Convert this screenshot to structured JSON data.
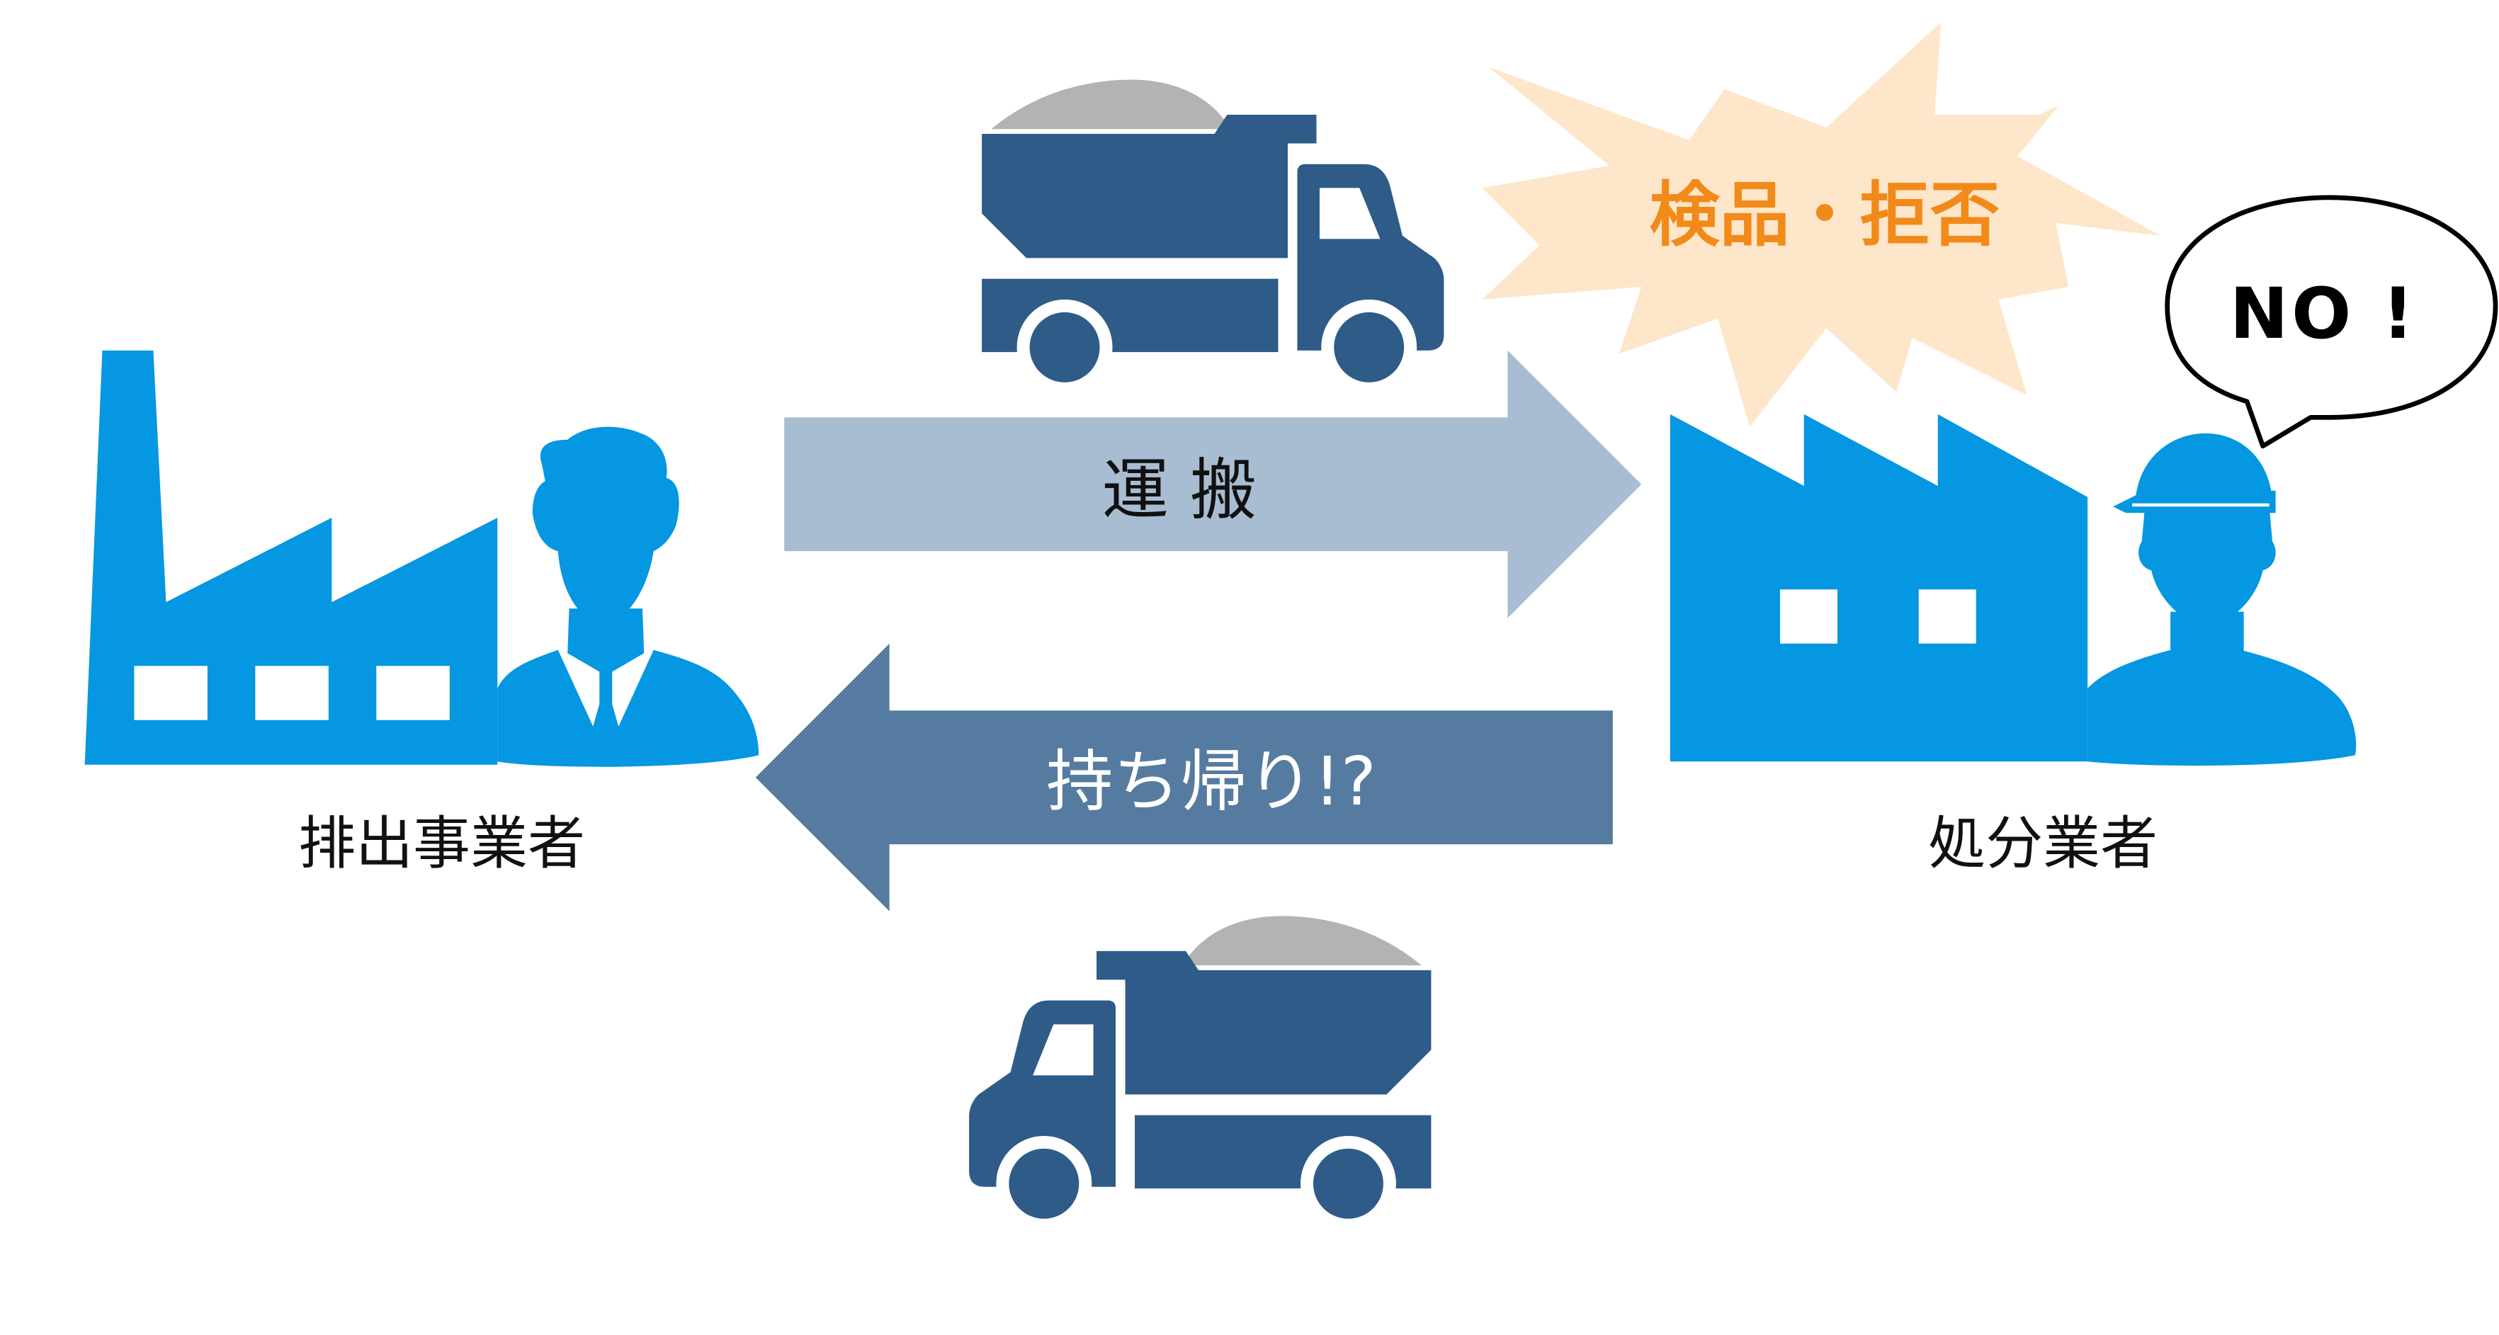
{
  "labels": {
    "transport": "運 搬",
    "return": "持ち帰り!?",
    "generator": "排出事業者",
    "processor": "処分業者",
    "inspection": "検品・拒否",
    "speech": "NO !"
  },
  "colors": {
    "factory_blue": "#0597E1",
    "truck_navy": "#2E5B88",
    "load_gray": "#B3B3B3",
    "arrow_light": "#A9BDD2",
    "arrow_dark": "#567BA0",
    "burst_fill": "#FDE6CA",
    "inspection_text": "#F28A1A"
  }
}
